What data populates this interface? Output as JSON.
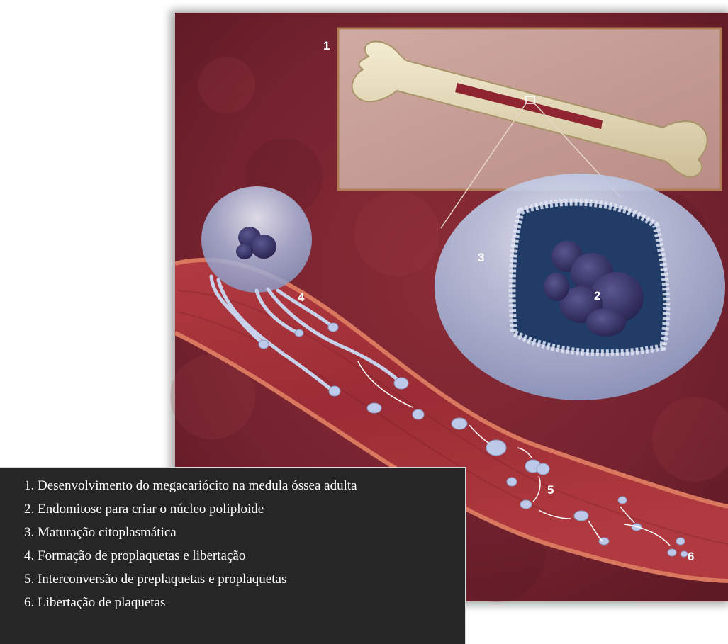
{
  "figure": {
    "labels": {
      "step1": "1",
      "step2": "2",
      "step3": "3",
      "step4": "4",
      "step5": "5",
      "step6": "6"
    }
  },
  "legend": {
    "items": [
      "1. Desenvolvimento do megacariócito na medula óssea adulta",
      "2. Endomitose para criar o núcleo poliploide",
      "3. Maturação citoplasmática",
      "4. Formação de proplaquetas e libertação",
      "5. Interconversão de preplaquetas e proplaquetas",
      "6. Libertação de plaquetas"
    ]
  },
  "colors": {
    "tissue": "#7a2430",
    "vessel": "#a8323a",
    "bone": "#e6dcc0",
    "inset_bg": "#c9a39a",
    "cell": "#b9c8e6",
    "nucleus": "#3a3768",
    "legend_bg": "#262626"
  }
}
